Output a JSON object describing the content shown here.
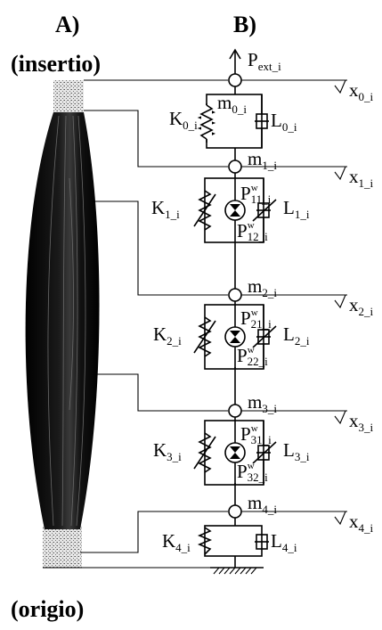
{
  "panel_a": {
    "label": "A)",
    "top": "(insertio)",
    "bottom": "(origio)"
  },
  "panel_b": {
    "label": "B)"
  },
  "force": {
    "base": "P",
    "sub": "ext_i"
  },
  "nodes": [
    {
      "base": "m",
      "sub": "0_i"
    },
    {
      "base": "m",
      "sub": "1_i"
    },
    {
      "base": "m",
      "sub": "2_i"
    },
    {
      "base": "m",
      "sub": "3_i"
    },
    {
      "base": "m",
      "sub": "4_i"
    }
  ],
  "displacements": [
    {
      "base": "x",
      "sub": "0_i"
    },
    {
      "base": "x",
      "sub": "1_i"
    },
    {
      "base": "x",
      "sub": "2_i"
    },
    {
      "base": "x",
      "sub": "3_i"
    },
    {
      "base": "x",
      "sub": "4_i"
    }
  ],
  "springs": [
    {
      "base": "K",
      "sub": "0_i"
    },
    {
      "base": "K",
      "sub": "1_i"
    },
    {
      "base": "K",
      "sub": "2_i"
    },
    {
      "base": "K",
      "sub": "3_i"
    },
    {
      "base": "K",
      "sub": "4_i"
    }
  ],
  "dampers": [
    {
      "base": "L",
      "sub": "0_i"
    },
    {
      "base": "L",
      "sub": "1_i"
    },
    {
      "base": "L",
      "sub": "2_i"
    },
    {
      "base": "L",
      "sub": "3_i"
    },
    {
      "base": "L",
      "sub": "4_i"
    }
  ],
  "pumps": [
    {
      "top": {
        "base": "P",
        "sup": "w",
        "sub": "11_i"
      },
      "bottom": {
        "base": "P",
        "sup": "w",
        "sub": "12_i"
      }
    },
    {
      "top": {
        "base": "P",
        "sup": "w",
        "sub": "21_i"
      },
      "bottom": {
        "base": "P",
        "sup": "w",
        "sub": "22_i"
      }
    },
    {
      "top": {
        "base": "P",
        "sup": "w",
        "sub": "31_i"
      },
      "bottom": {
        "base": "P",
        "sup": "w",
        "sub": "32_i"
      }
    }
  ],
  "colors": {
    "ink": "#000000",
    "background": "#ffffff",
    "muscle": "#111111",
    "tendon": "#c8c8c8"
  }
}
